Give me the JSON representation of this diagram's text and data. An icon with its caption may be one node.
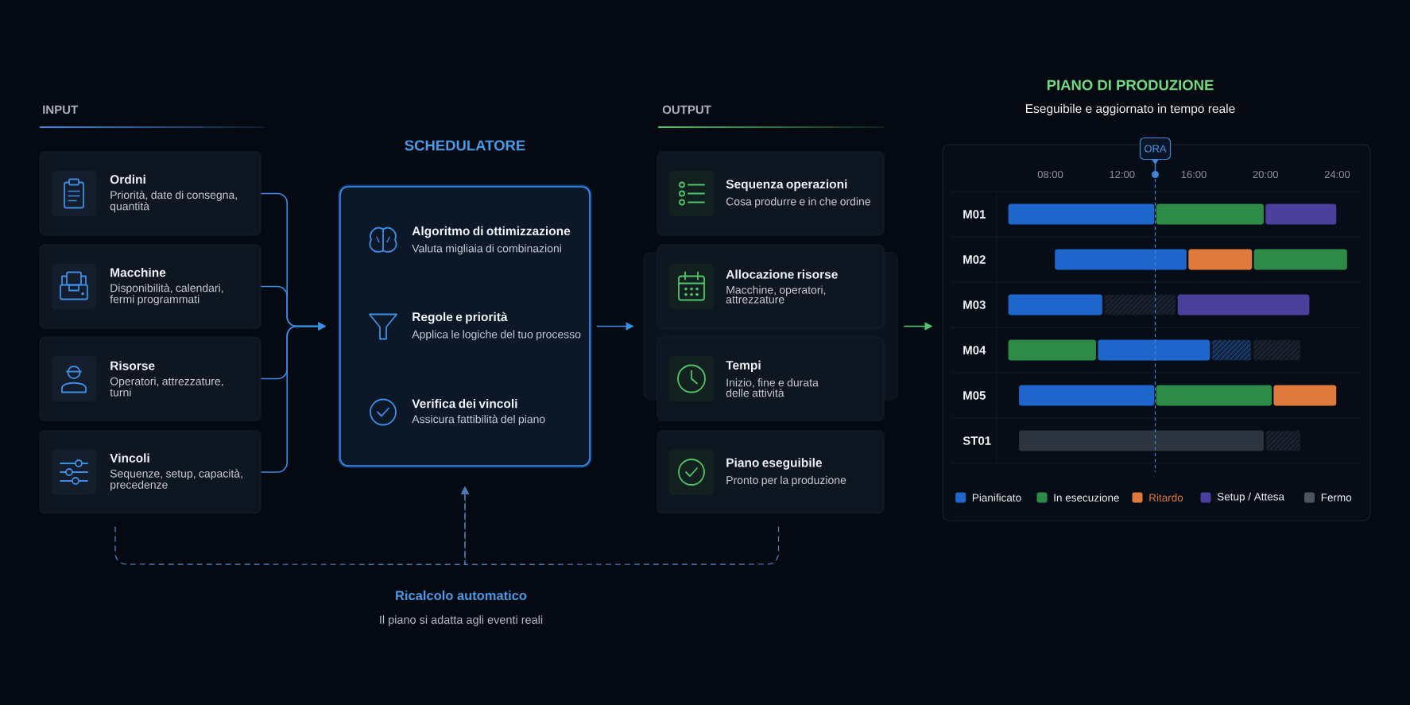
{
  "diagram": {
    "nodes": [
      {
        "text": [
          "Ordini",
          "Priorità, date di consegna, quantità"
        ]
      },
      {
        "text": [
          "Macchine",
          "Disponibilità, calendari, fermi programmati"
        ]
      },
      {
        "text": [
          "Risorse",
          "Operatori, attrezzature, turni"
        ]
      },
      {
        "text": [
          "Vincoli",
          "Sequenze, setup, capacità, precedenze"
        ]
      },
      {
        "text": [
          "SCHEDULATORE",
          "Algoritmo di ottimizzazione",
          "Valuta migliaia di combinazioni",
          "Regole e priorità",
          "Applica le logiche del tuo processo",
          "Verifica dei vincoli",
          "Assicura fattibilità del piano"
        ]
      },
      {
        "text": [],
        "shape": "box"
      },
      {
        "text": [
          "Sequenza operazioni",
          "Cosa produrre e in che ordine"
        ]
      },
      {
        "text": [
          "Allocazione risorse",
          "Macchine, operatori, attrezzature"
        ]
      },
      {
        "text": [
          "Tempi",
          "Inizio, fine e durata delle attività"
        ]
      },
      {
        "text": [
          "Piano eseguibile",
          "Pronto per la produzione"
        ]
      },
      {
        "text": [
          "PIANO DI PRODUZIONE",
          "Eseguibile e aggiornato in tempo reale"
        ]
      },
      {
        "text": [
          "ORA"
        ]
      }
    ],
    "edges": [
      {
        "from": 0,
        "to": 4,
        "arrow": "to"
      },
      {
        "from": 1,
        "to": 4,
        "arrow": "to"
      },
      {
        "from": 2,
        "to": 4,
        "arrow": "to"
      },
      {
        "from": 3,
        "to": 4,
        "arrow": "to"
      },
      {
        "from": 4,
        "to": 5,
        "arrow": "to"
      },
      {
        "from": 5,
        "to": 10,
        "arrow": "to",
        "color": "#4cc76a"
      },
      {
        "from": 3,
        "to": 4,
        "arrow": "to",
        "style": "dashed"
      },
      {
        "from": 9,
        "to": 4,
        "arrow": "to",
        "style": "dashed"
      }
    ],
    "labels": [
      "INPUT",
      "OUTPUT",
      "08:00",
      "12:00",
      "16:00",
      "20:00",
      "24:00",
      "M01",
      "M02",
      "M03",
      "M04",
      "M05",
      "ST01",
      "Ricalcolo automatico",
      "Il piano si adatta agli eventi reali"
    ],
    "legend": [
      {
        "text": "Pianificato",
        "color": "#1e66cc"
      },
      {
        "text": "In esecuzione",
        "color": "#2e8b47"
      },
      {
        "text": "Ritardo",
        "color": "#e07a3c"
      },
      {
        "text": "Setup / Attesa",
        "color": "#4a3f9a"
      },
      {
        "text": "Fermo",
        "color": "#4a5561"
      }
    ]
  }
}
